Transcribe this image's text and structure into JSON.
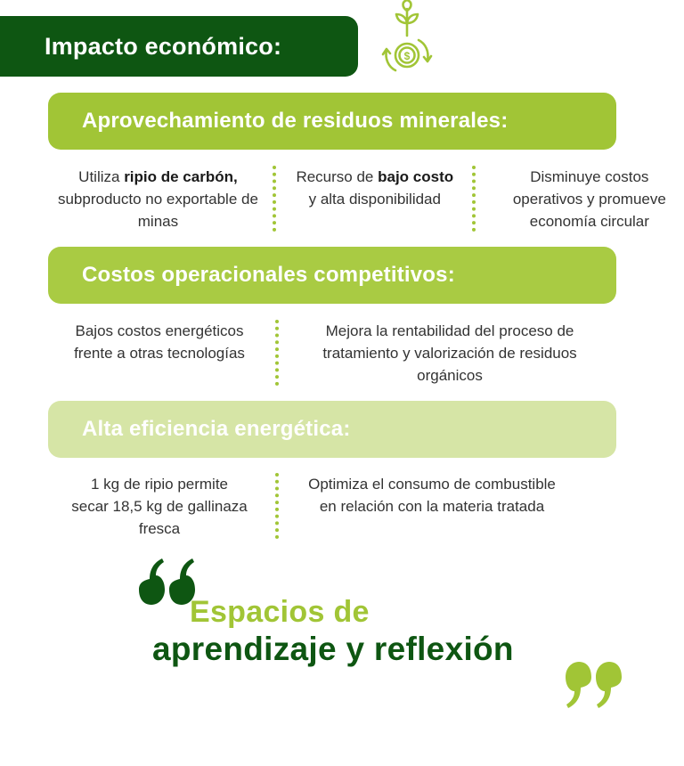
{
  "header": {
    "title": "Impacto económico:"
  },
  "colors": {
    "dark_green": "#0e5612",
    "lime": "#a1c536",
    "pale_lime": "#d6e5a6"
  },
  "icons": {
    "header": "sprout-coin-growth-icon",
    "quote_open": "quote-open-icon",
    "quote_close": "quote-close-icon"
  },
  "sections": [
    {
      "heading": "Aprovechamiento de residuos minerales:",
      "items": [
        {
          "pre": "Utiliza ",
          "bold": "ripio de carbón,",
          "post": " subproducto no exportable de minas"
        },
        {
          "pre": "Recurso de ",
          "bold": "bajo costo",
          "post": " y alta disponibilidad"
        },
        {
          "pre": "Disminuye costos operativos y promueve economía circular",
          "bold": "",
          "post": ""
        }
      ]
    },
    {
      "heading": "Costos operacionales competitivos:",
      "items": [
        {
          "pre": "Bajos costos energéticos frente a otras tecnologías",
          "bold": "",
          "post": ""
        },
        {
          "pre": "Mejora la rentabilidad del proceso de tratamiento y valorización de residuos orgánicos",
          "bold": "",
          "post": ""
        }
      ]
    },
    {
      "heading": "Alta eficiencia energética:",
      "items": [
        {
          "pre": "1 kg de ripio permite secar 18,5 kg de gallinaza fresca",
          "bold": "",
          "post": ""
        },
        {
          "pre": "Optimiza el consumo de combustible en relación con la materia tratada",
          "bold": "",
          "post": ""
        }
      ]
    }
  ],
  "reflection": {
    "line1": "Espacios de",
    "line2": "aprendizaje y reflexión"
  }
}
